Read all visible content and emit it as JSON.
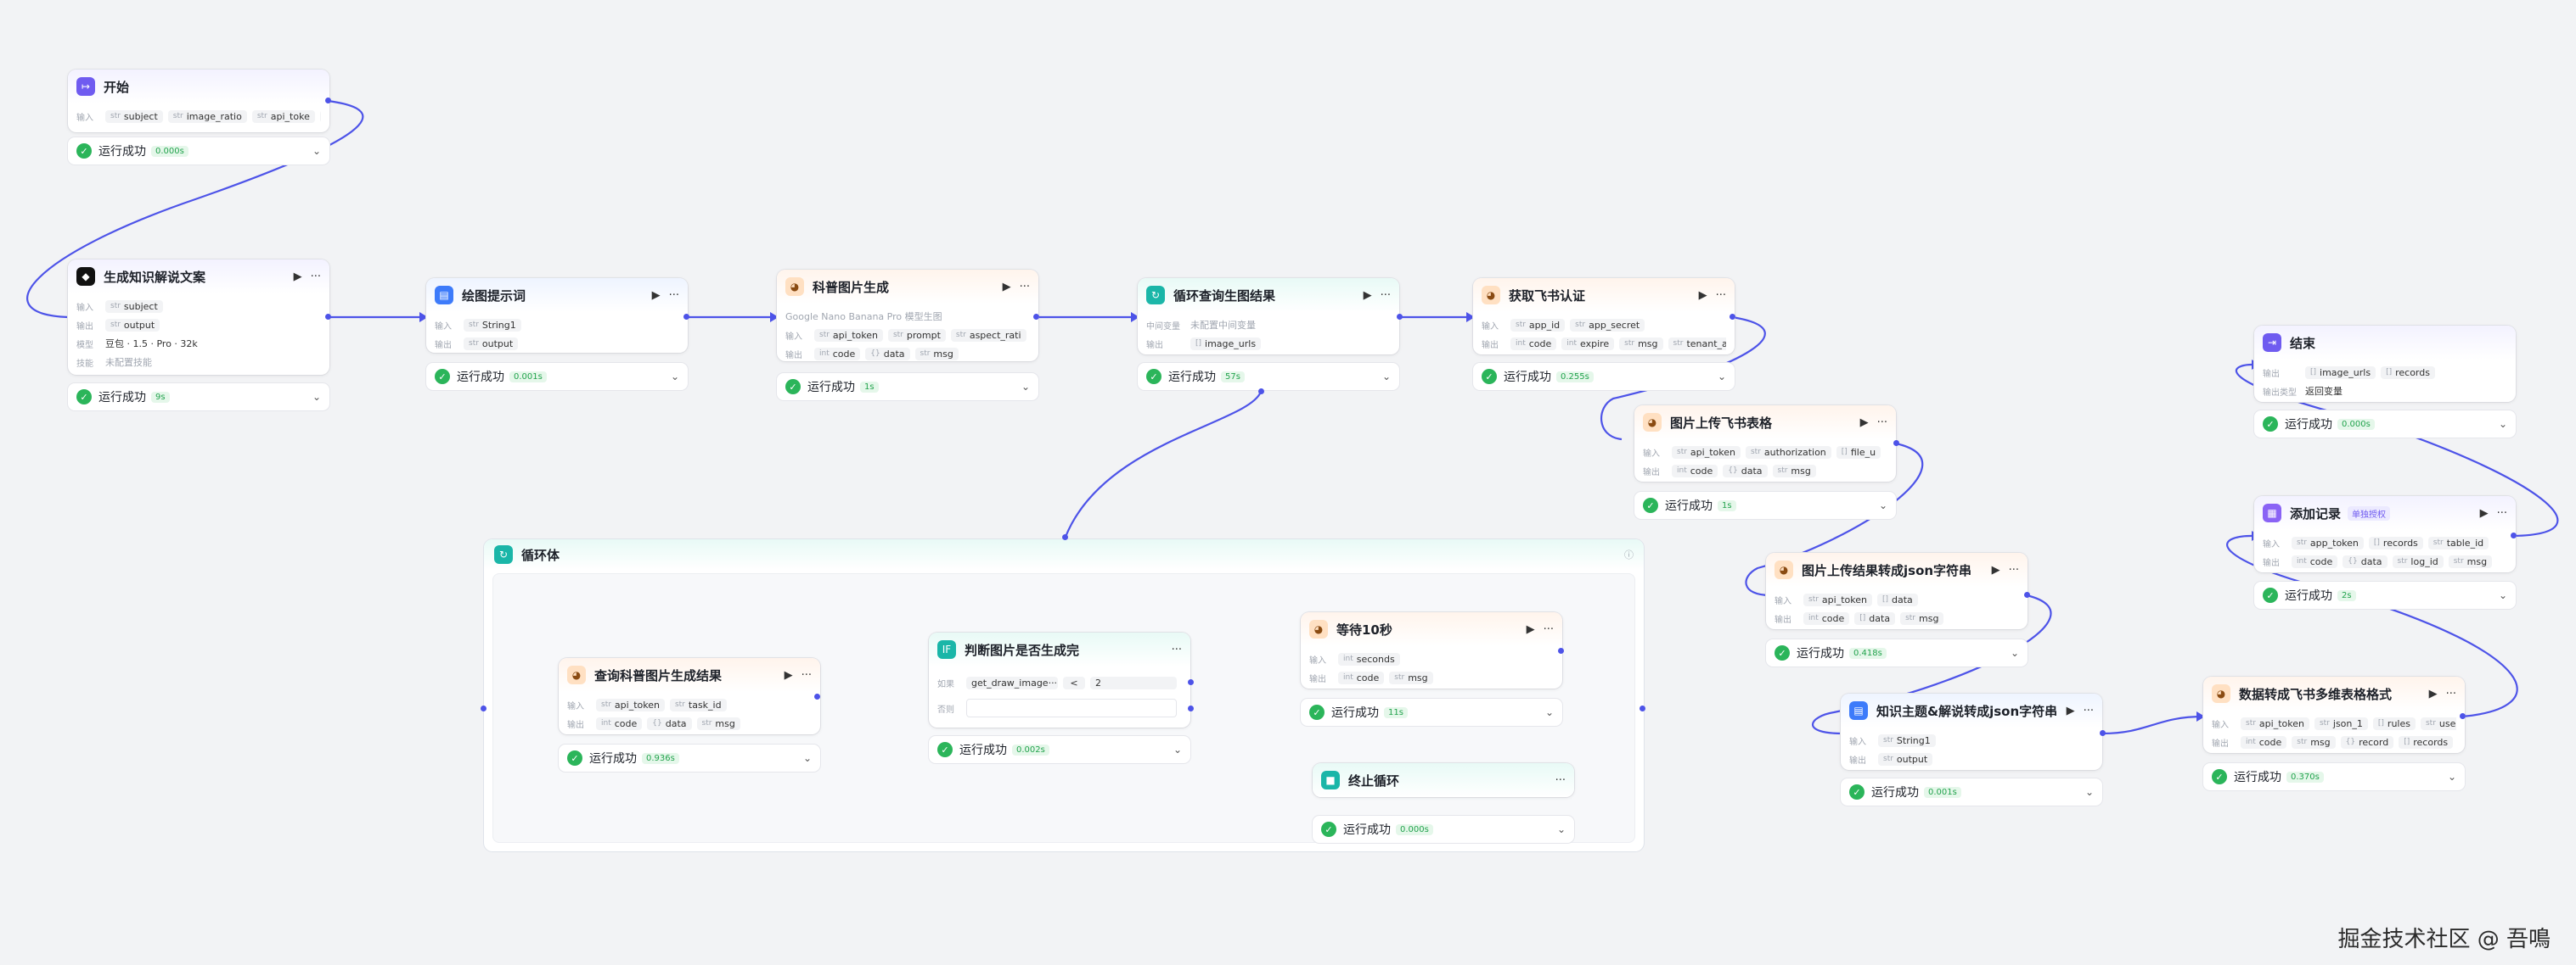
{
  "common": {
    "input": "输入",
    "output": "输出",
    "run_ok": "运行成功",
    "play": "▶",
    "more": "···",
    "chev": "⌄"
  },
  "nodes": {
    "start": {
      "title": "开始",
      "inputs": [
        "subject",
        "image_ratio",
        "api_toke"
      ],
      "time": "0.000s"
    },
    "gen_text": {
      "title": "生成知识解说文案",
      "inputs": [
        "subject"
      ],
      "outputs": [
        "output"
      ],
      "model_label": "模型",
      "model": "豆包 · 1.5 · Pro · 32k",
      "skill_label": "技能",
      "skill": "未配置技能",
      "time": "9s"
    },
    "prompt": {
      "title": "绘图提示词",
      "inputs": [
        "String1"
      ],
      "outputs": [
        "output"
      ],
      "time": "0.001s"
    },
    "kepu": {
      "title": "科普图片生成",
      "desc": "Google Nano Banana Pro 模型生图",
      "inputs": [
        "api_token",
        "prompt",
        "aspect_rati"
      ],
      "outputs": [
        "code",
        "data",
        "msg"
      ],
      "time": "1s"
    },
    "loopq": {
      "title": "循环查询生图结果",
      "mid_label": "中间变量",
      "mid": "未配置中间变量",
      "outputs": [
        "image_urls"
      ],
      "time": "57s"
    },
    "feishu_auth": {
      "title": "获取飞书认证",
      "inputs": [
        "app_id",
        "app_secret"
      ],
      "outputs": [
        "code",
        "expire",
        "msg",
        "tenant_a"
      ],
      "time": "0.255s"
    },
    "upload_img": {
      "title": "图片上传飞书表格",
      "inputs": [
        "api_token",
        "authorization",
        "file_u"
      ],
      "outputs": [
        "code",
        "data",
        "msg"
      ],
      "time": "1s"
    },
    "to_json": {
      "title": "图片上传结果转成json字符串",
      "inputs": [
        "api_token",
        "data"
      ],
      "outputs": [
        "code",
        "data",
        "msg"
      ],
      "time": "0.418s"
    },
    "topic_json": {
      "title": "知识主题&解说转成json字符串",
      "inputs": [
        "String1"
      ],
      "outputs": [
        "output"
      ],
      "time": "0.001s"
    },
    "convert": {
      "title": "数据转成飞书多维表格格式",
      "inputs": [
        "api_token",
        "json_1",
        "rules",
        "use"
      ],
      "outputs": [
        "code",
        "msg",
        "record",
        "records"
      ],
      "time": "0.370s"
    },
    "add_record": {
      "title": "添加记录",
      "auth": "单独授权",
      "inputs": [
        "app_token",
        "records",
        "table_id"
      ],
      "outputs": [
        "code",
        "data",
        "log_id",
        "msg"
      ],
      "time": "2s"
    },
    "end": {
      "title": "结束",
      "outputs": [
        "image_urls",
        "records"
      ],
      "return_label": "输出类型",
      "return": "返回变量",
      "time": "0.000s"
    }
  },
  "loop": {
    "title": "循环体",
    "query": {
      "title": "查询科普图片生成结果",
      "inputs": [
        "api_token",
        "task_id"
      ],
      "outputs": [
        "code",
        "data",
        "msg"
      ],
      "time": "0.936s"
    },
    "judge": {
      "title": "判断图片是否生成完",
      "if_label": "如果",
      "var": "get_draw_image···",
      "op": "<",
      "val": "2",
      "else_label": "否则",
      "time": "0.002s"
    },
    "wait": {
      "title": "等待10秒",
      "inputs": [
        "seconds"
      ],
      "outputs": [
        "code",
        "msg"
      ],
      "time": "11s"
    },
    "stop": {
      "title": "终止循环",
      "time": "0.000s"
    }
  },
  "watermark": "掘金技术社区 @ 吾鳴",
  "colors": {
    "edge": "#4d53e8",
    "success": "#2bb55a",
    "badge_bg": "#e5f7ea"
  }
}
